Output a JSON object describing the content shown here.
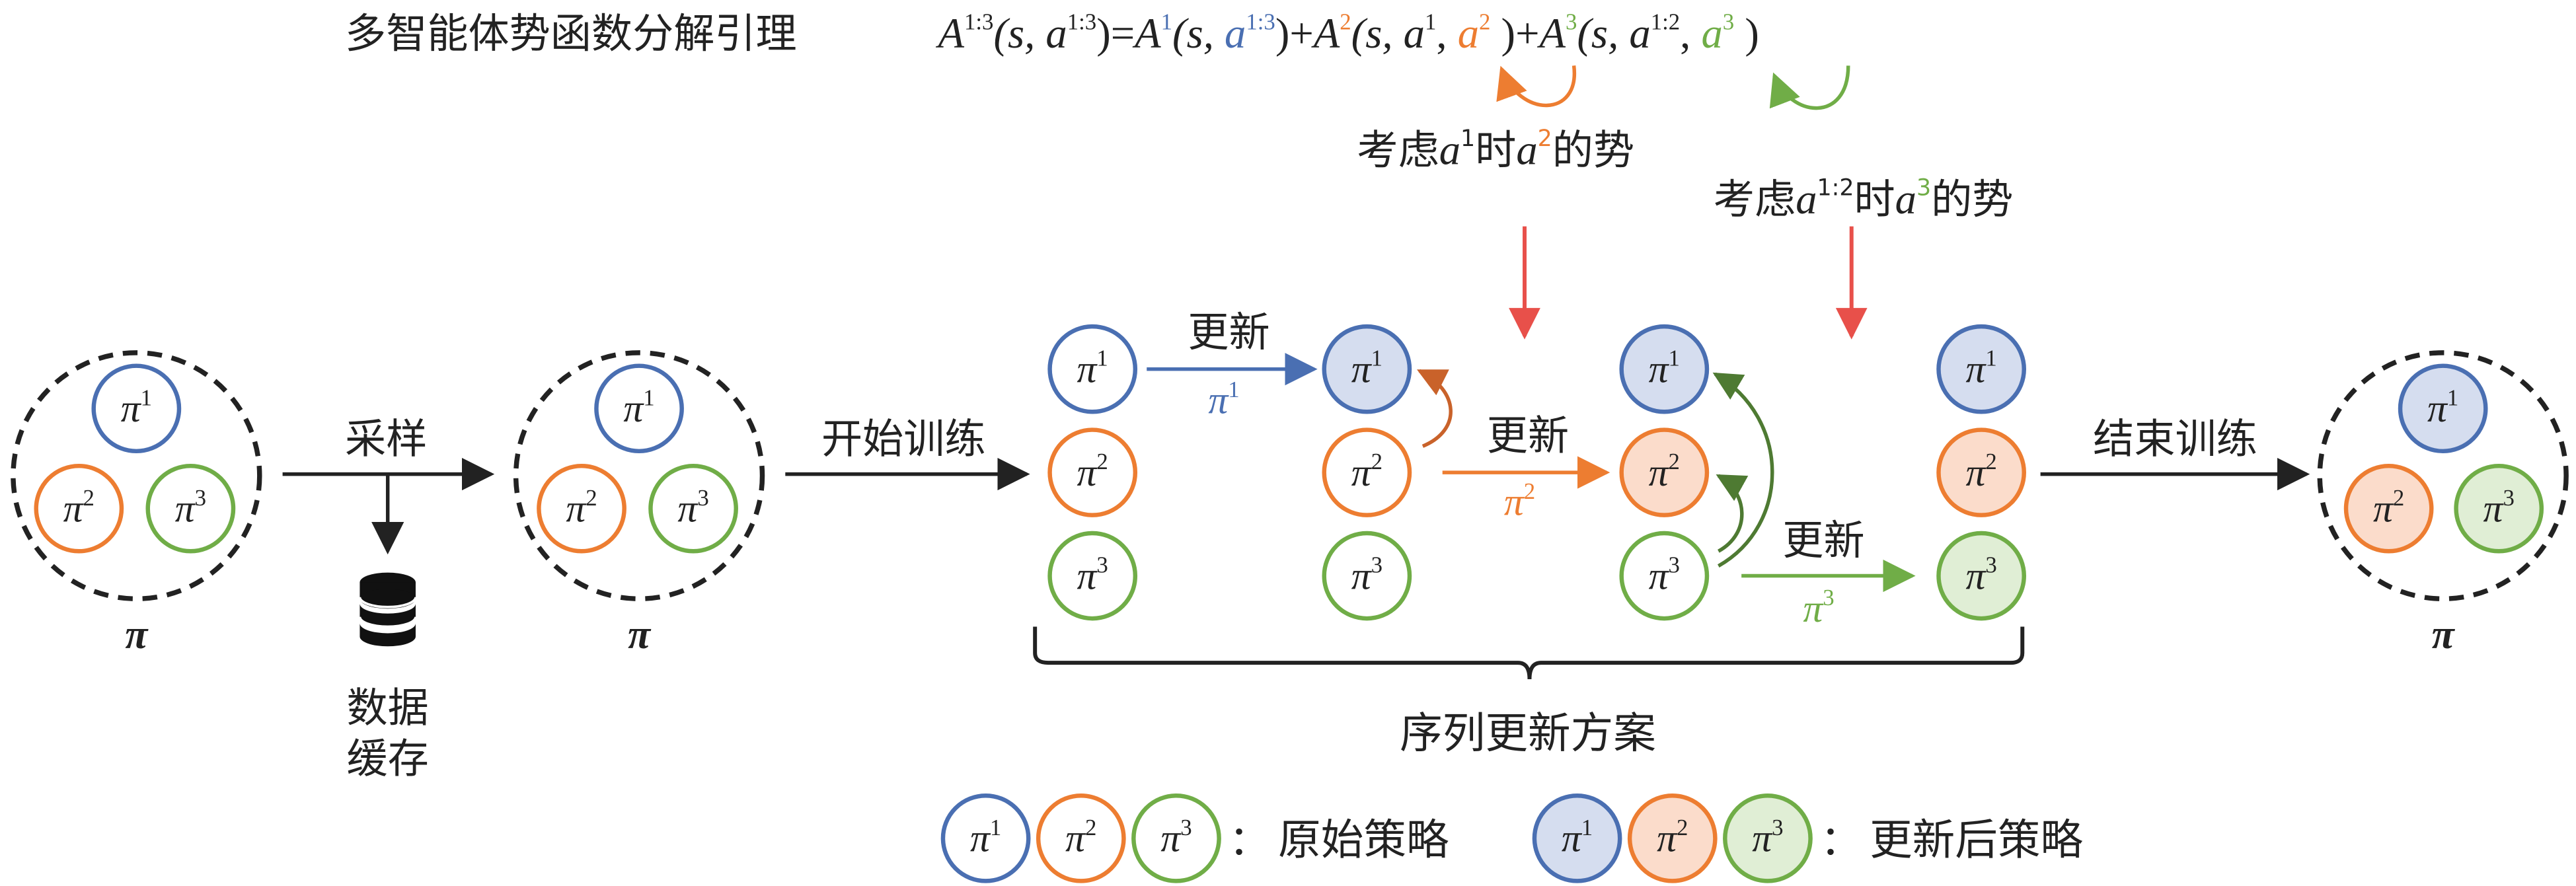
{
  "colors": {
    "agent1": "#4a6fb2",
    "agent2": "#ed7d31",
    "agent3": "#70ad47",
    "fill1": "#d5ddef",
    "fill2": "#fbdccb",
    "fill3": "#e0eed5",
    "red_arrow": "#e8504a",
    "dark": "#222222"
  },
  "icons": {
    "data_buffer": "database-icon"
  },
  "header": {
    "title": "多智能体势函数分解引理",
    "formula": {
      "lhs_A": "A",
      "lhs_sup": "1:3",
      "lhs_open": "(s, ",
      "lhs_a": "a",
      "lhs_a_sup": "1:3",
      "lhs_close": ")",
      "eq": "=",
      "t1_A": "A",
      "t1_sup": "1",
      "t1_open": "(s, ",
      "t1_a": "a",
      "t1_a_sup": "1:3",
      "t1_close": ")",
      "plus1": "+",
      "t2_A": "A",
      "t2_sup": "2",
      "t2_open": "(s, ",
      "t2_a1": "a",
      "t2_a1_sup": "1",
      "t2_comma": ", ",
      "t2_a2": "a",
      "t2_a2_sup": "2",
      "t2_close": " )",
      "plus2": "+",
      "t3_A": "A",
      "t3_sup": "3",
      "t3_open": "(s, ",
      "t3_a1": "a",
      "t3_a1_sup": "1:2",
      "t3_comma": ", ",
      "t3_a2": "a",
      "t3_a2_sup": "3",
      "t3_close": " )"
    }
  },
  "annotations": {
    "a2": {
      "pre": "考虑",
      "a": "a",
      "a_sup": "1",
      "mid": "时",
      "b": "a",
      "b_sup": "2",
      "post": "的势"
    },
    "a3": {
      "pre": "考虑",
      "a": "a",
      "a_sup": "1:2",
      "mid": "时",
      "b": "a",
      "b_sup": "3",
      "post": "的势"
    }
  },
  "policy": {
    "symbol": "π",
    "sup1": "1",
    "sup2": "2",
    "sup3": "3",
    "set_label": "π"
  },
  "labels": {
    "sample": "采样",
    "data_buffer_line1": "数据",
    "data_buffer_line2": "缓存",
    "start_training": "开始训练",
    "end_training": "结束训练",
    "update": "更新",
    "scheme": "序列更新方案"
  },
  "legend": {
    "colon": "：",
    "original": "原始策略",
    "updated": "更新后策略"
  }
}
